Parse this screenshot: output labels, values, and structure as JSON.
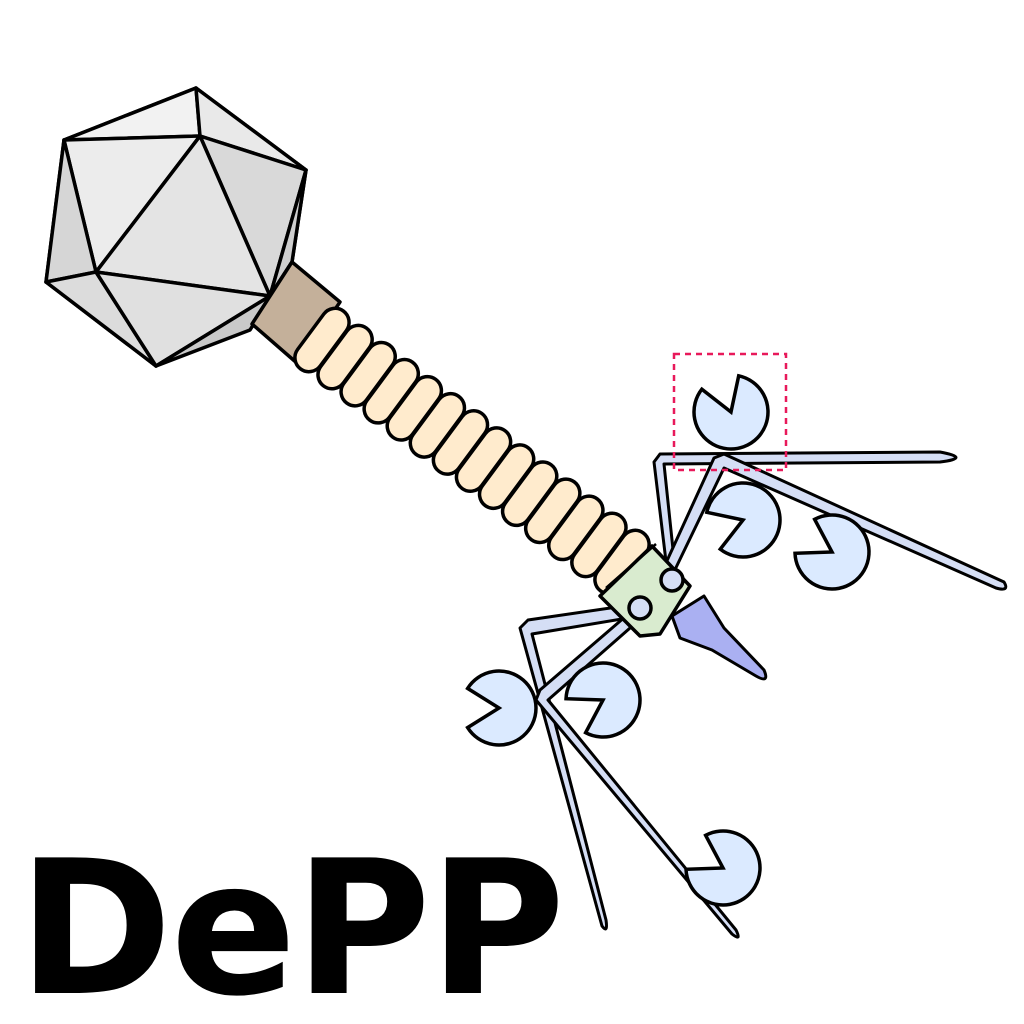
{
  "logo": {
    "text": "DePP"
  },
  "illustration": {
    "subject": "bacteriophage",
    "parts": [
      "capsid-head",
      "collar",
      "tail-sheath",
      "baseplate",
      "tail-spike",
      "tail-fibers",
      "depolymerase-domains"
    ],
    "highlight": "dashed-selection-box"
  },
  "colors": {
    "capsid": "#e2e2e2",
    "capsid_light": "#f0f0f0",
    "capsid_dark": "#c6c6c6",
    "collar": "#c4b09a",
    "sheath": "#ffebcd",
    "baseplate": "#d9ebcf",
    "spike": "#aab0f2",
    "fiber": "#d5def5",
    "enzyme": "#dbeaff",
    "outline": "#000000",
    "highlight": "#e8195a"
  }
}
